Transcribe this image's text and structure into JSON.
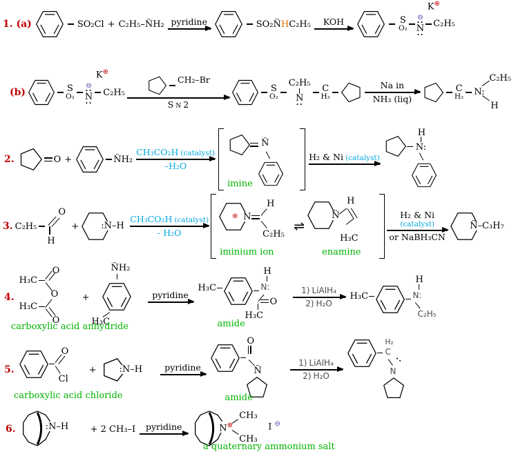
{
  "a": {
    "plus": "+",
    "s": "S",
    "o2": "O₂",
    "n": "N",
    "ncolon": "N:",
    "nlp": "N̈",
    "k": "K",
    "minus": "⊖",
    "pluscirc": "⊕",
    "ethyl": "C₂H₅",
    "h": "H",
    "h2": "H₂",
    "c": "C",
    "o": "O",
    "lp": "••",
    "nh": ":N–H",
    "nh2": "N̈H₂",
    "h3c": "H₃C",
    "ch3": "CH₃",
    "eq": "⇌"
  },
  "r1": {
    "num": "1. (a)",
    "so2cl": "SO₂Cl",
    "amine": "C₂H₅–N̈H₂",
    "ar1": "pyridine",
    "mid1": "SO₂N̈",
    "midh": "H",
    "mid2": "C₂H₅",
    "ar2": "KOH"
  },
  "rb": {
    "num": "(b)",
    "top": "CH₂–Br",
    "sn": "S",
    "sn_sub": "N",
    "sn2": "2",
    "na": "Na in",
    "nh3": "NH₃ (liq)"
  },
  "r2": {
    "num": "2.",
    "cat": "CH₃CO₂H",
    "cats": "(catalyst)",
    "dehy": "–H₂O",
    "imine": "imine",
    "hyd": "H₂ & Ni",
    "cat2": "(catalyst)"
  },
  "r3": {
    "num": "3.",
    "ethyl": "C₂H₅",
    "cat": "CH₃CO₂H",
    "cats": "(catalyst)",
    "dehy": "- H₂O",
    "lbl1": "iminium ion",
    "lbl2": "enamine",
    "hyd": "H₂ & Ni",
    "cat2": "(catalyst)",
    "alt": "or NaBH₃CN",
    "prod": "N̈–C₃H₇"
  },
  "r4": {
    "num": "4.",
    "lbl": "carboxylic acid anhydride",
    "ar": "pyridine",
    "amide": "amide",
    "s1": "1)",
    "rg1": "LiAlH₄",
    "s2": "2)",
    "rg2": "H₂O",
    "ethyl": "C₂H₅"
  },
  "r5": {
    "num": "5.",
    "cl": "Cl",
    "lbl": "carboxylic acid chloride",
    "ar": "pyridine",
    "amide": "amide",
    "s1": "1)",
    "rg1": "LiAlH₄",
    "s2": "2)",
    "rg2": "H₂O"
  },
  "r6": {
    "num": "6.",
    "reagent": "+ 2 CH₃–I",
    "ar": "pyridine",
    "i": "I",
    "lbl": "a quaternary ammonium salt"
  }
}
